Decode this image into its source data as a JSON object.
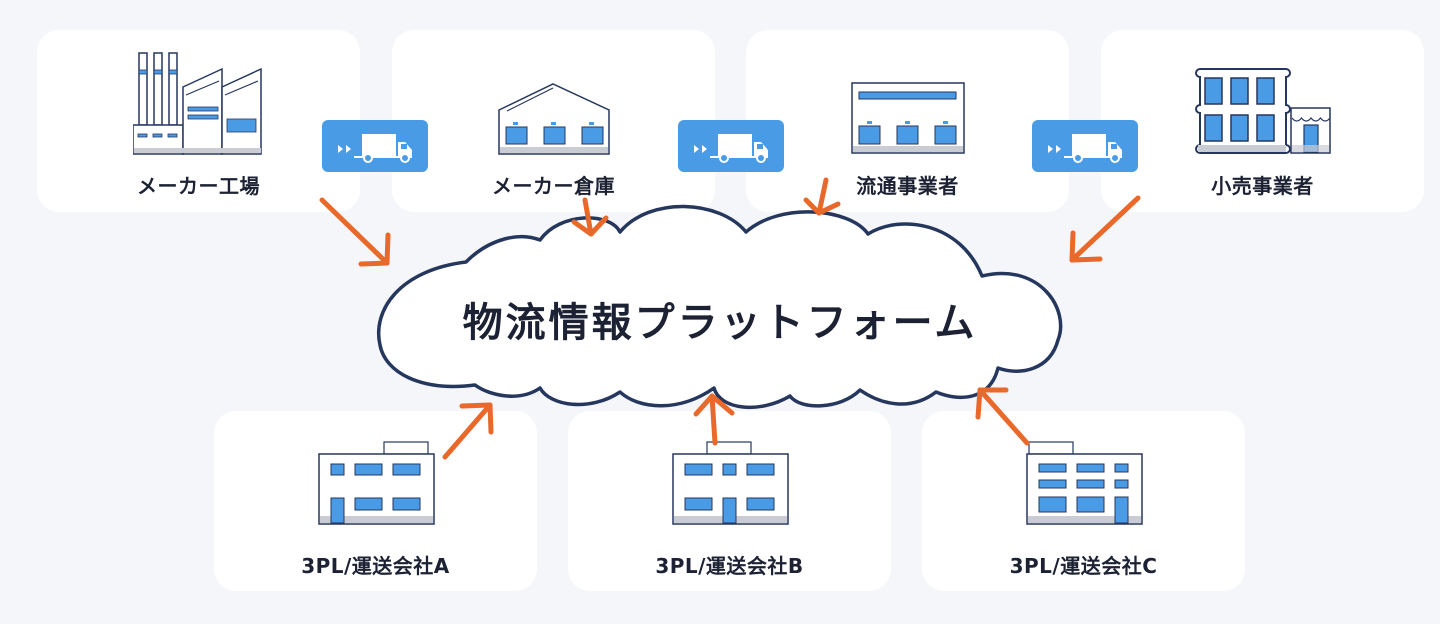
{
  "top_nodes": [
    {
      "label": "メーカー工場",
      "icon": "factory-icon"
    },
    {
      "label": "メーカー倉庫",
      "icon": "warehouse-icon"
    },
    {
      "label": "流通事業者",
      "icon": "distribution-center-icon"
    },
    {
      "label": "小売事業者",
      "icon": "retail-store-icon"
    }
  ],
  "bottom_nodes": [
    {
      "label": "3PL/運送会社A",
      "icon": "office-building-icon"
    },
    {
      "label": "3PL/運送会社B",
      "icon": "office-building-icon"
    },
    {
      "label": "3PL/運送会社C",
      "icon": "office-building-icon"
    }
  ],
  "platform": {
    "title": "物流情報プラットフォーム"
  },
  "transport_badges": [
    {
      "icon": "delivery-truck-icon",
      "from": "メーカー工場",
      "to": "メーカー倉庫"
    },
    {
      "icon": "delivery-truck-icon",
      "from": "メーカー倉庫",
      "to": "流通事業者"
    },
    {
      "icon": "delivery-truck-icon",
      "from": "流通事業者",
      "to": "小売事業者"
    }
  ],
  "colors": {
    "background": "#f5f6f9",
    "card": "#ffffff",
    "accent_blue": "#4a9be6",
    "outline_navy": "#26375e",
    "arrow_orange": "#e8692a",
    "text": "#1c2233"
  }
}
